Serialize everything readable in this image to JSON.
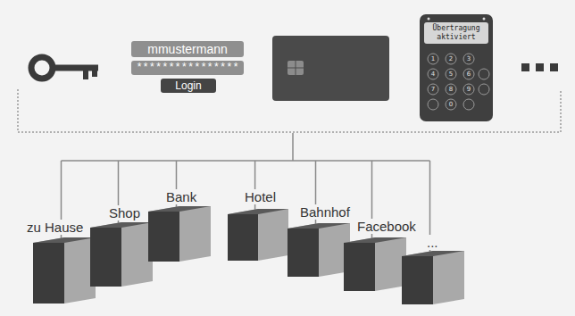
{
  "diagram": {
    "nodes": [
      {
        "text": [
          "mmustermann"
        ]
      },
      {
        "text": [
          "****************"
        ]
      },
      {
        "text": [
          "Login"
        ]
      },
      {
        "text": [
          "Übertragung aktiviert"
        ]
      },
      {
        "text": [
          "zu Hause"
        ]
      },
      {
        "text": [
          "Shop"
        ]
      },
      {
        "text": [
          "Bank"
        ]
      },
      {
        "text": [
          "Hotel"
        ]
      },
      {
        "text": [
          "Bahnhof"
        ]
      },
      {
        "text": [
          "Facebook"
        ]
      },
      {
        "text": [
          "..."
        ]
      }
    ],
    "labels": [
      "1",
      "2",
      "3",
      "4",
      "5",
      "6",
      "7",
      "8",
      "9",
      "0"
    ]
  }
}
